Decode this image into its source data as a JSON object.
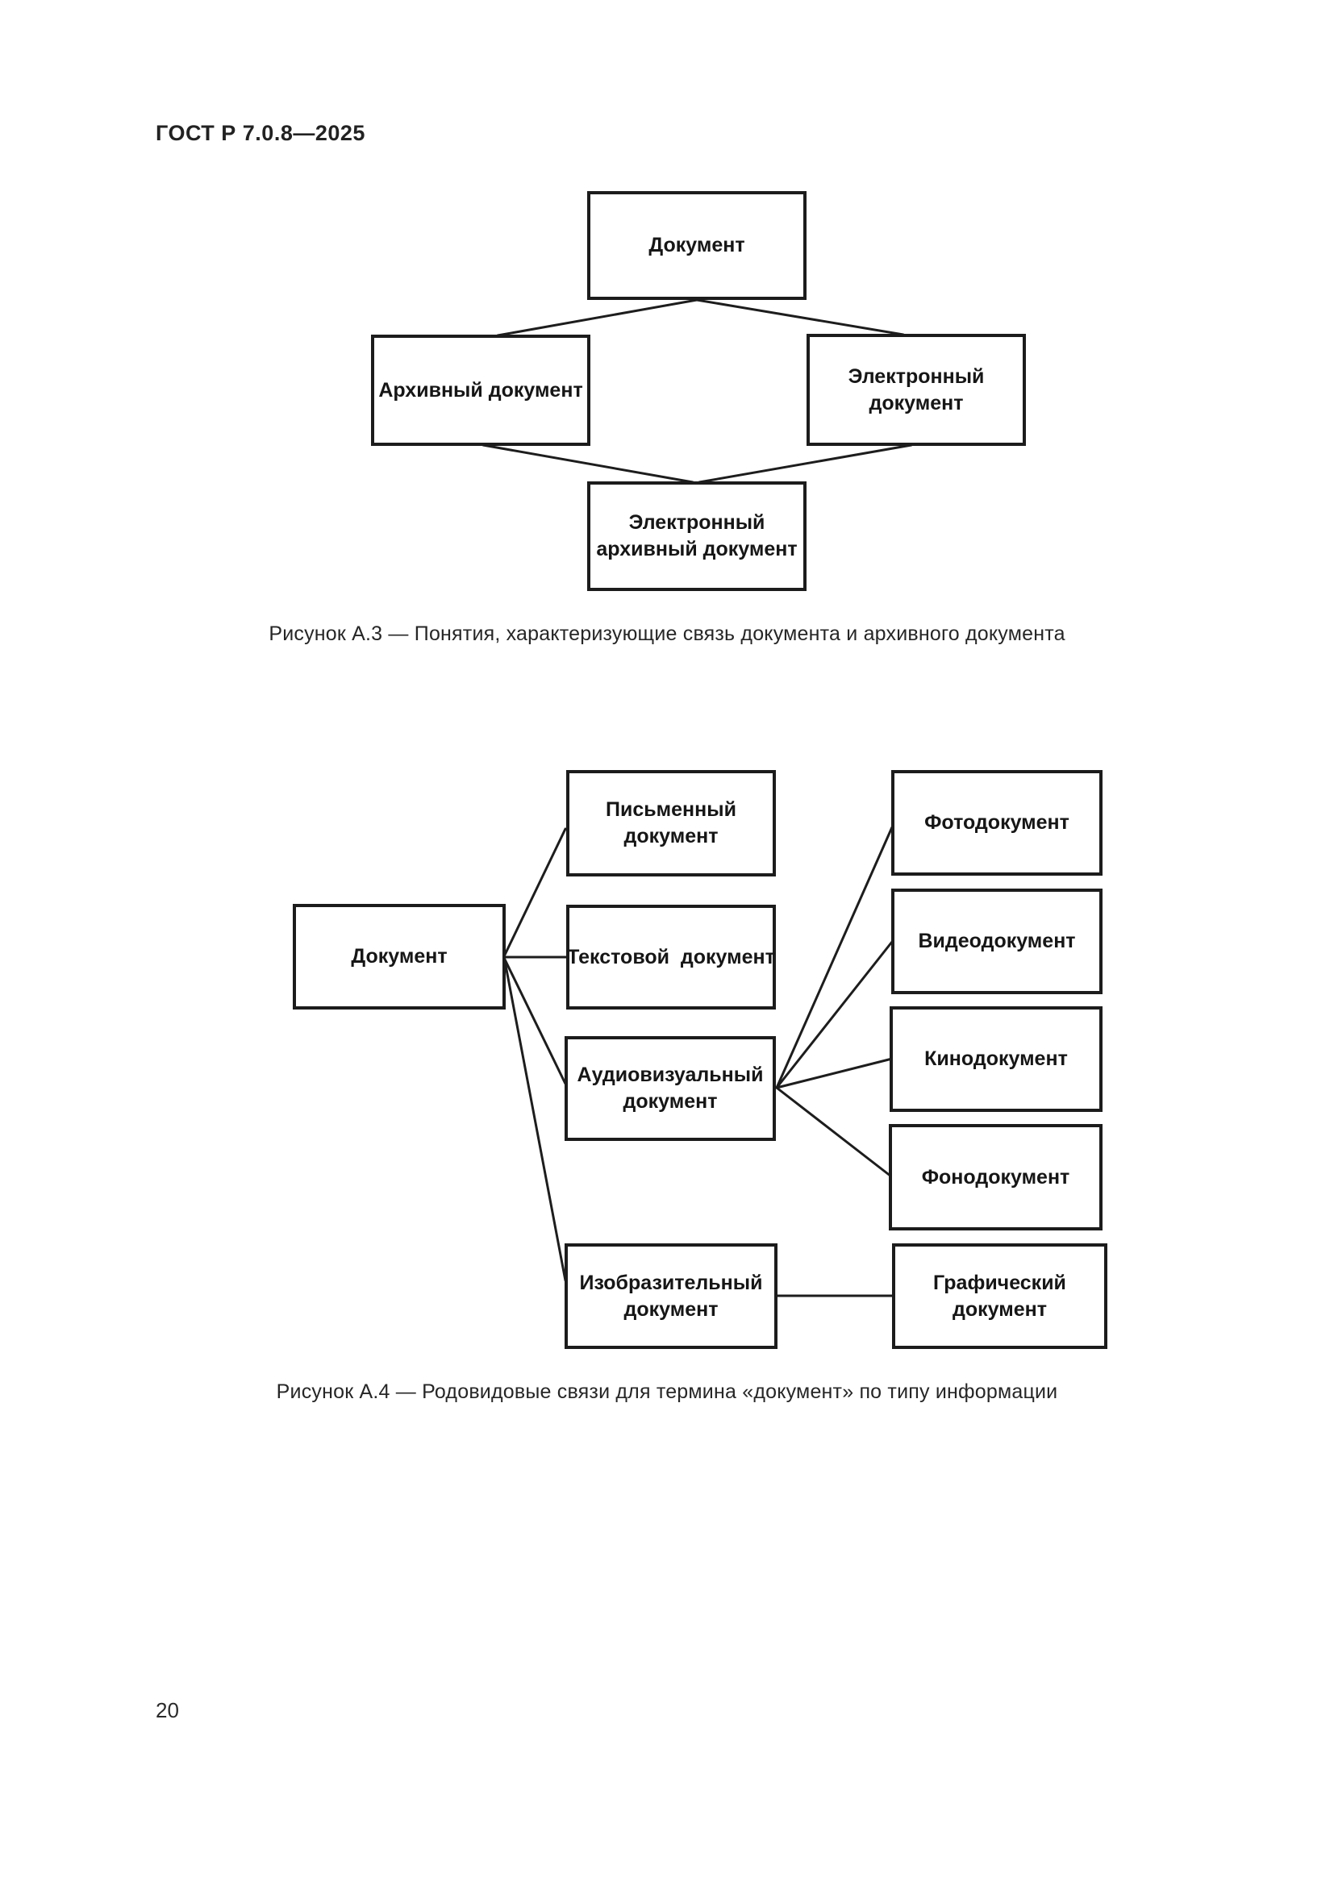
{
  "page": {
    "header": "ГОСТ Р 7.0.8—2025",
    "page_number": "20"
  },
  "figure_a3": {
    "caption": "Рисунок А.3 — Понятия, характеризующие связь документа и архивного документа",
    "nodes": [
      {
        "id": "document",
        "label": [
          "Документ"
        ]
      },
      {
        "id": "archival-document",
        "label": [
          "Архивный документ"
        ]
      },
      {
        "id": "electronic-document",
        "label": [
          "Электронный",
          "документ"
        ]
      },
      {
        "id": "electronic-archival-document",
        "label": [
          "Электронный",
          "архивный документ"
        ]
      }
    ]
  },
  "figure_a4": {
    "caption": "Рисунок А.4 — Родовидовые связи для термина «документ» по типу информации",
    "nodes": [
      {
        "id": "document",
        "label": [
          "Документ"
        ]
      },
      {
        "id": "written-document",
        "label": [
          "Письменный",
          "документ"
        ]
      },
      {
        "id": "text-document",
        "label": [
          "Текстовой  документ"
        ]
      },
      {
        "id": "audiovisual-document",
        "label": [
          "Аудиовизуальный",
          "документ"
        ]
      },
      {
        "id": "pictorial-document",
        "label": [
          "Изобразительный",
          "документ"
        ]
      },
      {
        "id": "photo-document",
        "label": [
          "Фотодокумент"
        ]
      },
      {
        "id": "video-document",
        "label": [
          "Видеодокумент"
        ]
      },
      {
        "id": "film-document",
        "label": [
          "Кинодокумент"
        ]
      },
      {
        "id": "phono-document",
        "label": [
          "Фонодокумент"
        ]
      },
      {
        "id": "graphic-document",
        "label": [
          "Графический",
          "документ"
        ]
      }
    ]
  },
  "colors": {
    "ink": "#1c1c1c",
    "paper": "#ffffff"
  }
}
